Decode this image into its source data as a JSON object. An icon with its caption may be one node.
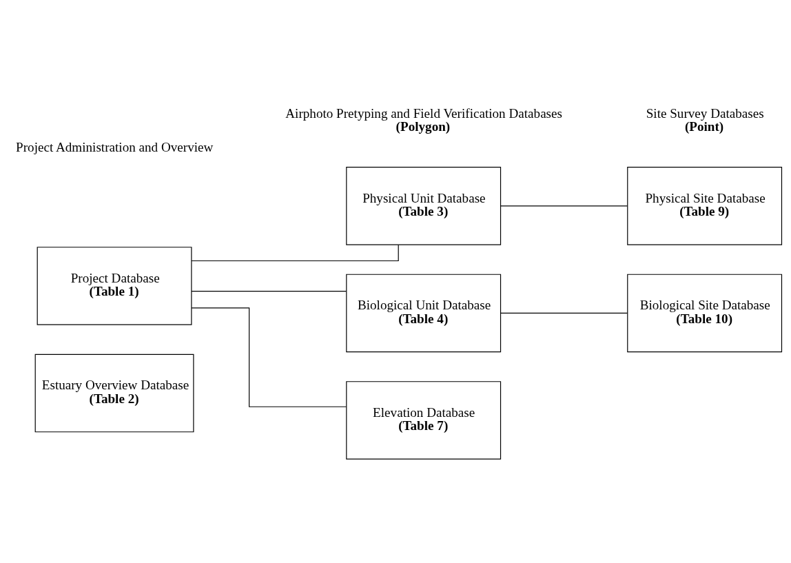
{
  "diagram": {
    "nodes": [
      {
        "text": [
          "Project Database",
          "(Table 1)"
        ]
      },
      {
        "text": [
          "Estuary Overview Database",
          "(Table 2)"
        ]
      },
      {
        "text": [
          "Physical Unit Database",
          "(Table 3)"
        ]
      },
      {
        "text": [
          "Biological Unit Database",
          "(Table 4)"
        ]
      },
      {
        "text": [
          "Elevation Database",
          "(Table 7)"
        ]
      },
      {
        "text": [
          "Physical Site Database",
          "(Table 9)"
        ]
      },
      {
        "text": [
          "Biological Site Database",
          "(Table 10)"
        ]
      }
    ],
    "edges": [
      {
        "from": 0,
        "to": 2,
        "arrow": "none"
      },
      {
        "from": 0,
        "to": 3,
        "arrow": "none"
      },
      {
        "from": 0,
        "to": 4,
        "arrow": "none"
      },
      {
        "from": 2,
        "to": 5,
        "arrow": "none"
      },
      {
        "from": 3,
        "to": 6,
        "arrow": "none"
      }
    ],
    "labels": [
      "Project Administration and Overview",
      "Airphoto Pretyping and Field Verification Databases",
      "(Polygon)",
      "Site Survey Databases",
      "(Point)"
    ]
  }
}
